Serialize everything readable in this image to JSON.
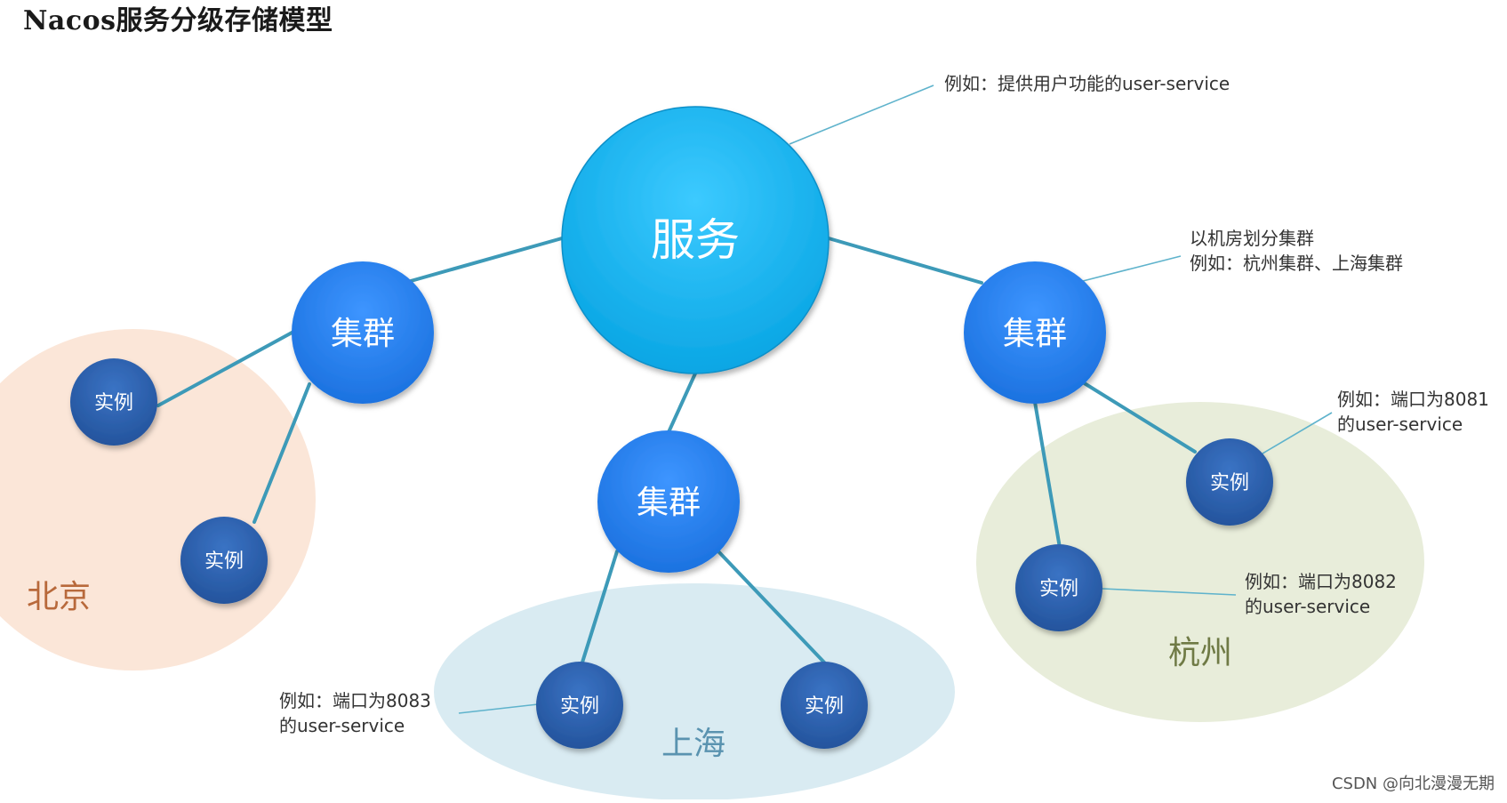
{
  "title": "Nacos服务分级存储模型",
  "nodes": {
    "service": "服务",
    "cluster": "集群",
    "instance": "实例"
  },
  "regions": {
    "beijing": "北京",
    "shanghai": "上海",
    "hangzhou": "杭州"
  },
  "notes": {
    "service": "例如：提供用户功能的user-service",
    "cluster_line1": "以机房划分集群",
    "cluster_line2": "例如：杭州集群、上海集群",
    "inst8081_line1": "例如：端口为8081",
    "inst8081_line2": "的user-service",
    "inst8082_line1": "例如：端口为8082",
    "inst8082_line2": "的user-service",
    "inst8083_line1": "例如：端口为8083",
    "inst8083_line2": "的user-service"
  },
  "watermark": "CSDN @向北漫漫无期",
  "colors": {
    "service_node": "#14b2ee",
    "cluster_node": "#2b85f0",
    "instance_node": "#2e64b3",
    "edge": "#3d9ab8",
    "callout_line": "#5fb3cc",
    "beijing_region": "#fbe6d8",
    "shanghai_region": "#d9ebf2",
    "hangzhou_region": "#e8edda",
    "beijing_label": "#b8693b",
    "shanghai_label": "#5a93b0",
    "hangzhou_label": "#6f7a45"
  }
}
